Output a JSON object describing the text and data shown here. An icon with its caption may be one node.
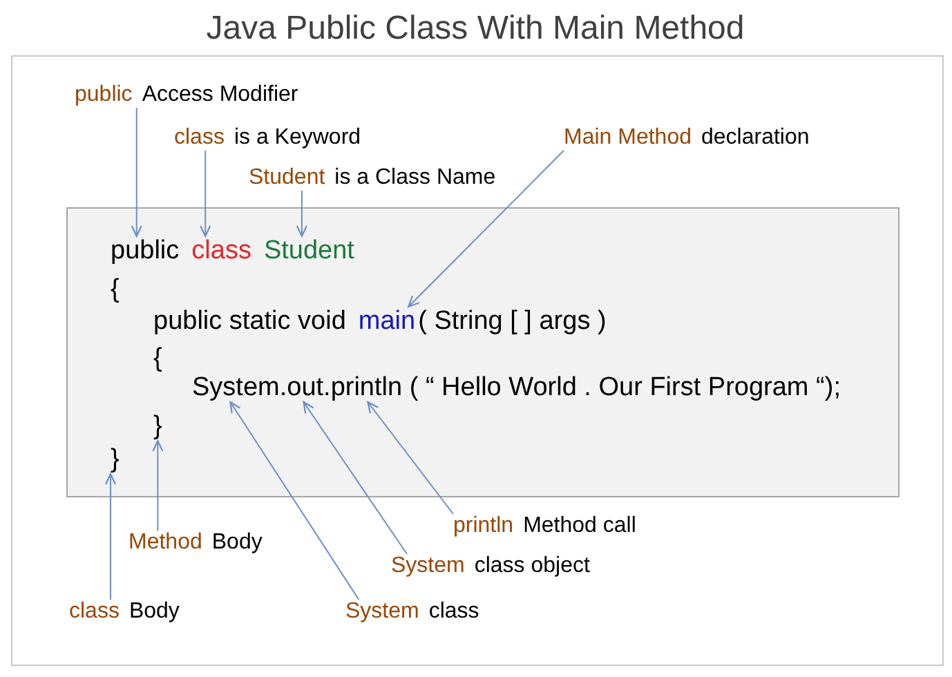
{
  "diagram": {
    "title": "Java Public Class With Main Method",
    "nodes": [
      {
        "text": [
          "public",
          "Access Modifier"
        ]
      },
      {
        "text": [
          "class",
          "is a Keyword"
        ]
      },
      {
        "text": [
          "Main Method",
          "declaration"
        ]
      },
      {
        "text": [
          "Student",
          "is a Class Name"
        ]
      },
      {
        "text": [],
        "shape": "box"
      },
      {
        "text": [
          "public",
          "class",
          "Student"
        ],
        "in": 4
      },
      {
        "text": [
          "public static void",
          "main",
          "( String [ ] args )"
        ],
        "in": 4
      },
      {
        "text": [
          "System.out.println ( “ Hello World . Our First Program “);"
        ],
        "in": 4
      },
      {
        "text": [
          "}"
        ],
        "in": 4
      },
      {
        "text": [
          "}"
        ],
        "in": 4
      },
      {
        "text": [
          "println",
          "Method call"
        ]
      },
      {
        "text": [
          "Method",
          "Body"
        ]
      },
      {
        "text": [
          "System",
          "class object"
        ]
      },
      {
        "text": [
          "class",
          "Body"
        ]
      },
      {
        "text": [
          "System",
          "class"
        ]
      }
    ],
    "edges": [
      {
        "from": 0,
        "to": 5,
        "arrow": "to"
      },
      {
        "from": 1,
        "to": 5,
        "arrow": "to"
      },
      {
        "from": 2,
        "to": 6,
        "arrow": "to"
      },
      {
        "from": 3,
        "to": 5,
        "arrow": "to"
      },
      {
        "from": 10,
        "to": 7,
        "arrow": "to"
      },
      {
        "from": 11,
        "to": 8,
        "arrow": "to"
      },
      {
        "from": 12,
        "to": 7,
        "arrow": "to"
      },
      {
        "from": 13,
        "to": 9,
        "arrow": "to"
      },
      {
        "from": 14,
        "to": 7,
        "arrow": "to"
      }
    ],
    "labels": [
      "{",
      "{"
    ]
  }
}
